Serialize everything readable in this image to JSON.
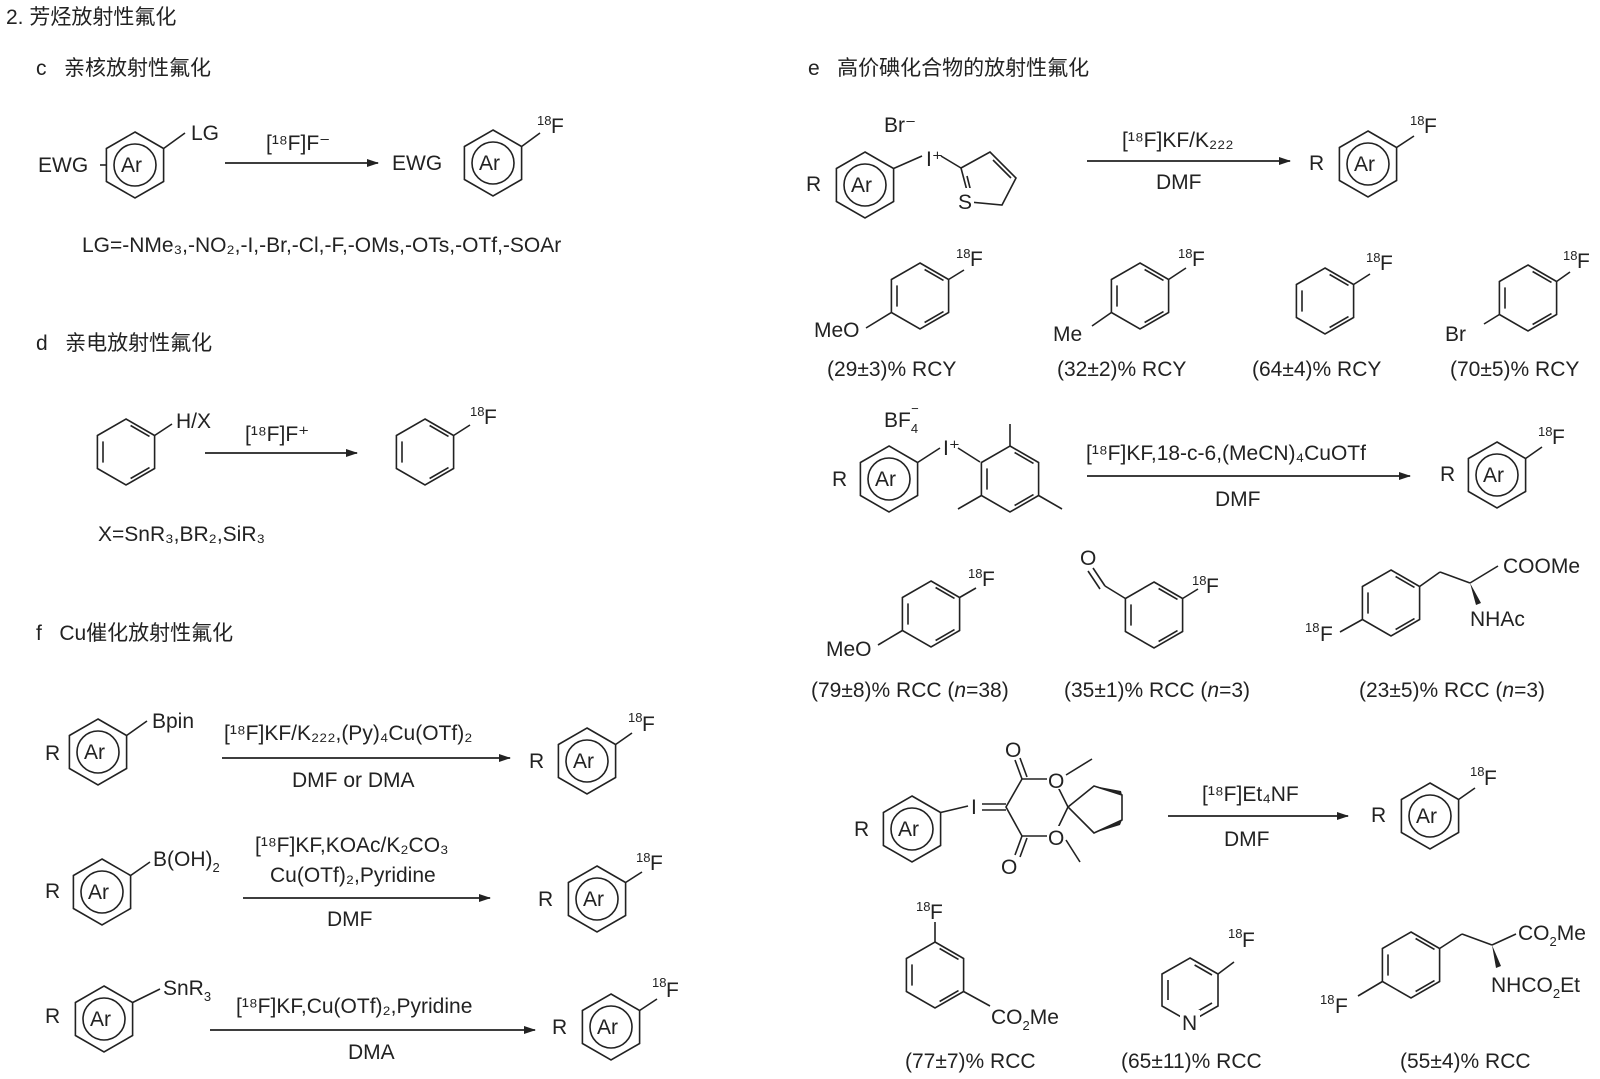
{
  "headers": {
    "main": "2. 芳烃放射性氟化",
    "c": "c   亲核放射性氟化",
    "d": "d   亲电放射性氟化",
    "e": "e   高价碘化合物的放射性氟化",
    "f": "f   Cu催化放射性氟化"
  },
  "labels": {
    "Ar": "Ar",
    "R": "R",
    "F": "F",
    "sup18": "18",
    "EWG": "EWG",
    "LG": "LG",
    "HX": "H/X",
    "Bpin": "Bpin",
    "BOH2": "B(OH)",
    "sub2": "2",
    "SnR": "SnR",
    "sub3": "3",
    "Br": "Br",
    "BrMinus": "Br⁻",
    "BF4": "BF",
    "sub4": "4",
    "Iplus": "I⁺",
    "I": "I",
    "S": "S",
    "MeO": "MeO",
    "Me": "Me",
    "O": "O",
    "N": "N",
    "COOMe": "COOMe",
    "NHAc": "NHAc",
    "CO2Me_a": "CO",
    "CO2Me_b": "Me",
    "NHCO2Et_a": "NHCO",
    "NHCO2Et_b": "Et"
  },
  "section_c": {
    "reagent": "[¹⁸F]F⁻",
    "lg_note": "LG=-NMe₃,-NO₂,-I,-Br,-Cl,-F,-OMs,-OTs,-OTf,-SOAr"
  },
  "section_d": {
    "reagent": "[¹⁸F]F⁺",
    "x_note": "X=SnR₃,BR₂,SiR₃"
  },
  "section_e": {
    "r1_reagent": "[¹⁸F]KF/K₂₂₂",
    "r1_solvent": "DMF",
    "r1_yields": [
      "(29±3)% RCY",
      "(32±2)% RCY",
      "(64±4)% RCY",
      "(70±5)% RCY"
    ],
    "r2_reagent": "[¹⁸F]KF,18-c-6,(MeCN)₄CuOTf",
    "r2_solvent": "DMF",
    "r2_yields": [
      "(79±8)% RCC (",
      "n",
      "=38)",
      "(35±1)% RCC (",
      "n",
      "=3)",
      "(23±5)% RCC (",
      "n",
      "=3)"
    ],
    "r3_reagent": "[¹⁸F]Et₄NF",
    "r3_solvent": "DMF",
    "r3_yields": [
      "(77±7)% RCC",
      "(65±11)% RCC",
      "(55±4)% RCC"
    ]
  },
  "section_f": {
    "r1_reagent": "[¹⁸F]KF/K₂₂₂,(Py)₄Cu(OTf)₂",
    "r1_solvent": "DMF or DMA",
    "r2_reagent_1": "[¹⁸F]KF,KOAc/K₂CO₃",
    "r2_reagent_2": "Cu(OTf)₂,Pyridine",
    "r2_solvent": "DMF",
    "r3_reagent": "[¹⁸F]KF,Cu(OTf)₂,Pyridine",
    "r3_solvent": "DMA"
  }
}
